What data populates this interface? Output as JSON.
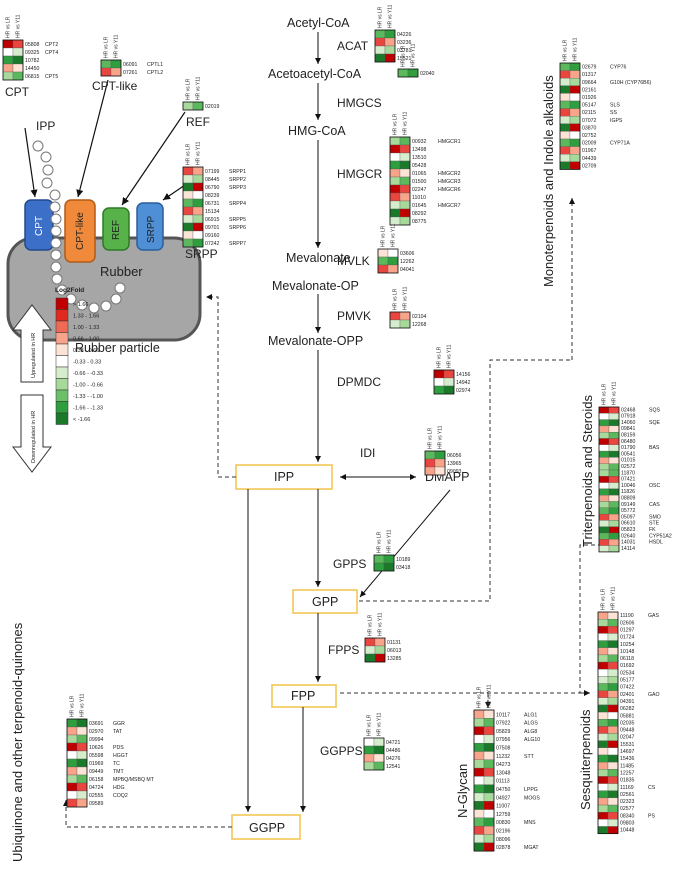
{
  "colors": {
    "up3": "#c00000",
    "up2": "#e8463f",
    "up1": "#f7a48a",
    "upw": "#fce3d6",
    "nt": "#ffffff",
    "dn1": "#d6edcd",
    "dn2": "#a6d99a",
    "dn3": "#5cb85c",
    "dn4": "#2e9e3e",
    "dn5": "#1b7a2a"
  },
  "column_headers": [
    "HR vs LR",
    "HR vs Y11"
  ],
  "legend": {
    "title": "Log2Fold",
    "upregulated": "Upregulated in HR",
    "downregulated": "Downregulated in HR",
    "bins": [
      {
        "label": "> 1.66",
        "color": "#c00000"
      },
      {
        "label": "1.33 - 1.66",
        "color": "#e02a20"
      },
      {
        "label": "1.00 - 1.33",
        "color": "#ef6a55"
      },
      {
        "label": "0.66 - 1.00",
        "color": "#f7a48a"
      },
      {
        "label": "0.33 - 0.66",
        "color": "#fce3d6"
      },
      {
        "label": "-0.33 - 0.33",
        "color": "#ffffff"
      },
      {
        "label": "-0.66 - -0.33",
        "color": "#d6edcd"
      },
      {
        "label": "-1.00 - -0.66",
        "color": "#a6d99a"
      },
      {
        "label": "-1.33 - -1.00",
        "color": "#6cc06a"
      },
      {
        "label": "-1.66 - -1.33",
        "color": "#2e9e3e"
      },
      {
        "label": "< -1.66",
        "color": "#1b7a2a"
      }
    ]
  },
  "pathway": {
    "metabolites": [
      "Acetyl-CoA",
      "Acetoacetyl-CoA",
      "HMG-CoA",
      "Mevalonate",
      "Mevalonate-OP",
      "Mevalonate-OPP",
      "IPP",
      "DMAPP",
      "GPP",
      "FPP",
      "GGPP"
    ],
    "enzymes": [
      "ACAT",
      "HMGCS",
      "HMGCR",
      "MVLK",
      "PMVK",
      "DPMDC",
      "IDI",
      "GPPS",
      "FPPS",
      "GGPPS"
    ]
  },
  "rubber": {
    "particle_label": "Rubber particle",
    "rubber_label": "Rubber",
    "ipp_label": "IPP",
    "proteins": [
      "CPT",
      "CPT-like",
      "REF",
      "SRPP"
    ]
  },
  "groups": {
    "mono": "Monoterpenoids and Indole alkaloids",
    "tri": "Triterpenoids and Steroids",
    "sesq": "Sesquiterpenoids",
    "nglycan": "N-Glycan",
    "ubiq": "Ubiquinone and other terpenoid-quinones"
  },
  "heatmaps": {
    "CPT": {
      "title": "CPT",
      "rows": [
        [
          "05808",
          "CPT2"
        ],
        [
          "09325",
          "CPT4"
        ],
        [
          "10782",
          ""
        ],
        [
          "14450",
          ""
        ],
        [
          "06815",
          "CPT5"
        ]
      ]
    },
    "CPTL": {
      "title": "CPT-like",
      "rows": [
        [
          "06091",
          "CPTL1"
        ],
        [
          "07261",
          "CPTL2"
        ]
      ]
    },
    "REF": {
      "title": "REF",
      "rows": [
        [
          "02019",
          ""
        ]
      ]
    },
    "SRPP": {
      "title": "SRPP",
      "rows": [
        [
          "07199",
          "SRPP1"
        ],
        [
          "08445",
          "SRPP2"
        ],
        [
          "06790",
          "SRPP3"
        ],
        [
          "08239",
          ""
        ],
        [
          "06731",
          "SRPP4"
        ],
        [
          "15134",
          ""
        ],
        [
          "06915",
          "SRPP5"
        ],
        [
          "09701",
          "SRPP6"
        ],
        [
          "09160",
          ""
        ],
        [
          "07242",
          "SRPP7"
        ]
      ]
    },
    "ACAT": {
      "rows": [
        [
          "04226",
          ""
        ],
        [
          "03236",
          ""
        ],
        [
          "03781",
          ""
        ],
        [
          "15521",
          ""
        ]
      ]
    },
    "HMGCS": {
      "rows": [
        [
          "02040",
          ""
        ]
      ]
    },
    "HMGCR": {
      "rows": [
        [
          "00932",
          "HMGCR1"
        ],
        [
          "13498",
          ""
        ],
        [
          "13510",
          ""
        ],
        [
          "05428",
          ""
        ],
        [
          "01065",
          "HMGCR2"
        ],
        [
          "01500",
          "HMGCR3"
        ],
        [
          "02247",
          "HMGCR6"
        ],
        [
          "11010",
          ""
        ],
        [
          "01645",
          "HMGCR7"
        ],
        [
          "08292",
          ""
        ],
        [
          "08775",
          ""
        ]
      ]
    },
    "MVLK": {
      "rows": [
        [
          "03606",
          ""
        ],
        [
          "12262",
          ""
        ],
        [
          "04041",
          ""
        ]
      ]
    },
    "PMVK": {
      "rows": [
        [
          "02104",
          ""
        ],
        [
          "12268",
          ""
        ]
      ]
    },
    "DPMDC": {
      "rows": [
        [
          "14156",
          ""
        ],
        [
          "14942",
          ""
        ],
        [
          "02974",
          ""
        ]
      ]
    },
    "IDI": {
      "rows": [
        [
          "06056",
          ""
        ],
        [
          "13965",
          ""
        ],
        [
          "09093",
          ""
        ]
      ]
    },
    "GPPS": {
      "rows": [
        [
          "10189",
          ""
        ],
        [
          "03418",
          ""
        ]
      ]
    },
    "FPPS": {
      "rows": [
        [
          "01131",
          ""
        ],
        [
          "06013",
          ""
        ],
        [
          "13285",
          ""
        ]
      ]
    },
    "GGPPS": {
      "rows": [
        [
          "04721",
          ""
        ],
        [
          "04486",
          ""
        ],
        [
          "04276",
          ""
        ],
        [
          "12541",
          ""
        ]
      ]
    },
    "MONO": {
      "rows": [
        [
          "02679",
          "CYP76"
        ],
        [
          "01317",
          ""
        ],
        [
          "09664",
          "G10H (CYP76B6)"
        ],
        [
          "02161",
          ""
        ],
        [
          "01926",
          ""
        ],
        [
          "05147",
          "SLS"
        ],
        [
          "02115",
          "SS"
        ],
        [
          "07072",
          "IGPS"
        ],
        [
          "03870",
          ""
        ],
        [
          "02752",
          ""
        ],
        [
          "02009",
          "CYP71A"
        ],
        [
          "01967",
          ""
        ],
        [
          "04439",
          ""
        ],
        [
          "02709",
          ""
        ]
      ]
    },
    "TRI": {
      "rows": [
        [
          "02468",
          "SQS"
        ],
        [
          "07918",
          ""
        ],
        [
          "14060",
          "SQE"
        ],
        [
          "09841",
          ""
        ],
        [
          "08159",
          ""
        ],
        [
          "06480",
          ""
        ],
        [
          "01790",
          "BAS"
        ],
        [
          "00541",
          ""
        ],
        [
          "01015",
          ""
        ],
        [
          "02572",
          ""
        ],
        [
          "11870",
          ""
        ],
        [
          "07421",
          ""
        ],
        [
          "10046",
          "OSC"
        ],
        [
          "11826",
          ""
        ],
        [
          "08809",
          ""
        ],
        [
          "09149",
          "CAS"
        ],
        [
          "05772",
          ""
        ],
        [
          "05097",
          "SMO"
        ],
        [
          "06610",
          "STE"
        ],
        [
          "05823",
          "FK"
        ],
        [
          "02640",
          "CYP51A2"
        ],
        [
          "14031",
          "HSDL"
        ],
        [
          "14114",
          ""
        ]
      ]
    },
    "SESQ": {
      "rows": [
        [
          "11190",
          "GAS"
        ],
        [
          "02606",
          ""
        ],
        [
          "01297",
          ""
        ],
        [
          "01724",
          ""
        ],
        [
          "10254",
          ""
        ],
        [
          "10148",
          ""
        ],
        [
          "06118",
          ""
        ],
        [
          "01692",
          ""
        ],
        [
          "02534",
          ""
        ],
        [
          "05177",
          ""
        ],
        [
          "07422",
          ""
        ],
        [
          "02401",
          "GAO"
        ],
        [
          "04391",
          ""
        ],
        [
          "06282",
          ""
        ],
        [
          "05881",
          ""
        ],
        [
          "02035",
          ""
        ],
        [
          "09448",
          ""
        ],
        [
          "02047",
          ""
        ],
        [
          "15531",
          ""
        ],
        [
          "14697",
          ""
        ],
        [
          "15436",
          ""
        ],
        [
          "11485",
          ""
        ],
        [
          "12257",
          ""
        ],
        [
          "01835",
          ""
        ],
        [
          "11169",
          "CS"
        ],
        [
          "02561",
          ""
        ],
        [
          "02323",
          ""
        ],
        [
          "02577",
          ""
        ],
        [
          "08340",
          "PS"
        ],
        [
          "09803",
          ""
        ],
        [
          "10448",
          ""
        ]
      ]
    },
    "NGLY": {
      "rows": [
        [
          "10117",
          "ALG1"
        ],
        [
          "07922",
          "ALGS"
        ],
        [
          "05829",
          "ALG8"
        ],
        [
          "07956",
          "ALG10"
        ],
        [
          "07508",
          ""
        ],
        [
          "11232",
          "STT"
        ],
        [
          "04273",
          ""
        ],
        [
          "13048",
          ""
        ],
        [
          "01113",
          ""
        ],
        [
          "04750",
          "LPPG"
        ],
        [
          "04927",
          "MOGS"
        ],
        [
          "11007",
          ""
        ],
        [
          "12759",
          ""
        ],
        [
          "00830",
          "MNS"
        ],
        [
          "02196",
          ""
        ],
        [
          "08096",
          ""
        ],
        [
          "02878",
          "MGAT"
        ]
      ]
    },
    "UBIQ": {
      "rows": [
        [
          "03691",
          "GGR"
        ],
        [
          "02970",
          "TAT"
        ],
        [
          "09994",
          ""
        ],
        [
          "10626",
          "PDS"
        ],
        [
          "05598",
          "HGGT"
        ],
        [
          "01969",
          "TC"
        ],
        [
          "09449",
          "TMT"
        ],
        [
          "06158",
          "MPBQ/MSBQ MT"
        ],
        [
          "04724",
          "HDG"
        ],
        [
          "02555",
          "COQ2"
        ],
        [
          "09589",
          ""
        ]
      ]
    }
  }
}
